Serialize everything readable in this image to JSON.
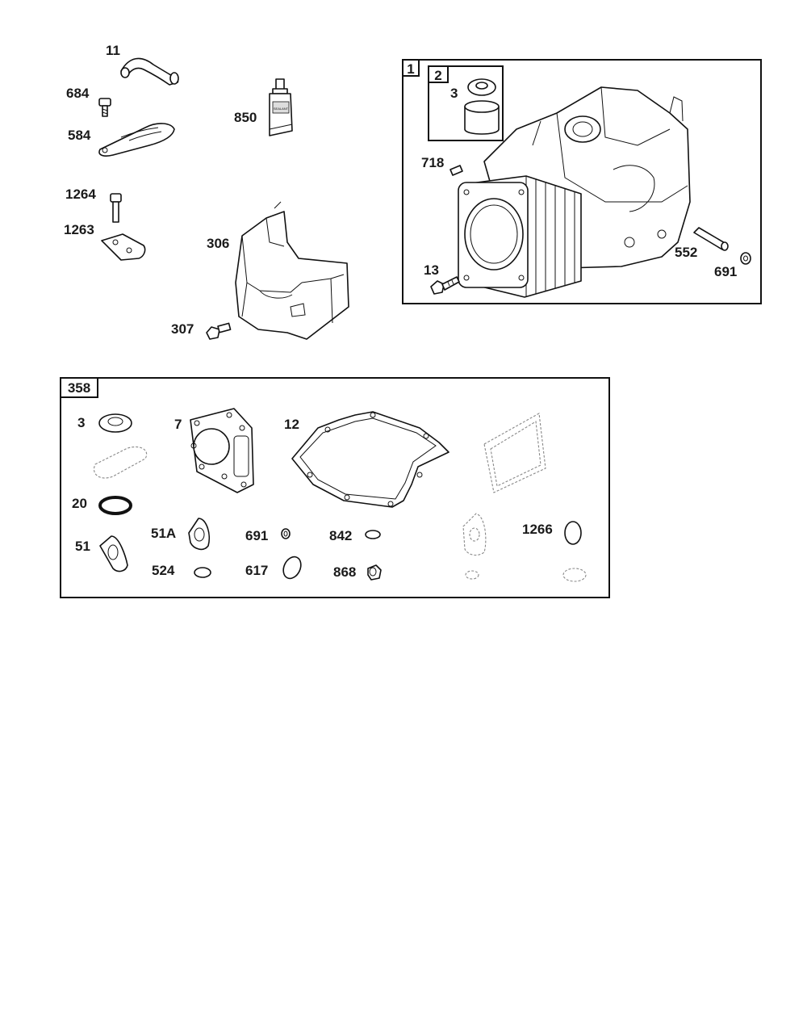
{
  "parts": {
    "p11": "11",
    "p684": "684",
    "p584": "584",
    "p850": "850",
    "p1264": "1264",
    "p1263": "1263",
    "p306": "306",
    "p307": "307",
    "p3a": "3",
    "p718": "718",
    "p13": "13",
    "p552": "552",
    "p691a": "691",
    "p3b": "3",
    "p7": "7",
    "p12": "12",
    "p20": "20",
    "p51": "51",
    "p51a": "51A",
    "p691b": "691",
    "p842": "842",
    "p524": "524",
    "p617": "617",
    "p868": "868",
    "p1266": "1266"
  },
  "boxes": {
    "box1": "1",
    "box2": "2",
    "box358": "358"
  },
  "tube_print": "SEALANT"
}
